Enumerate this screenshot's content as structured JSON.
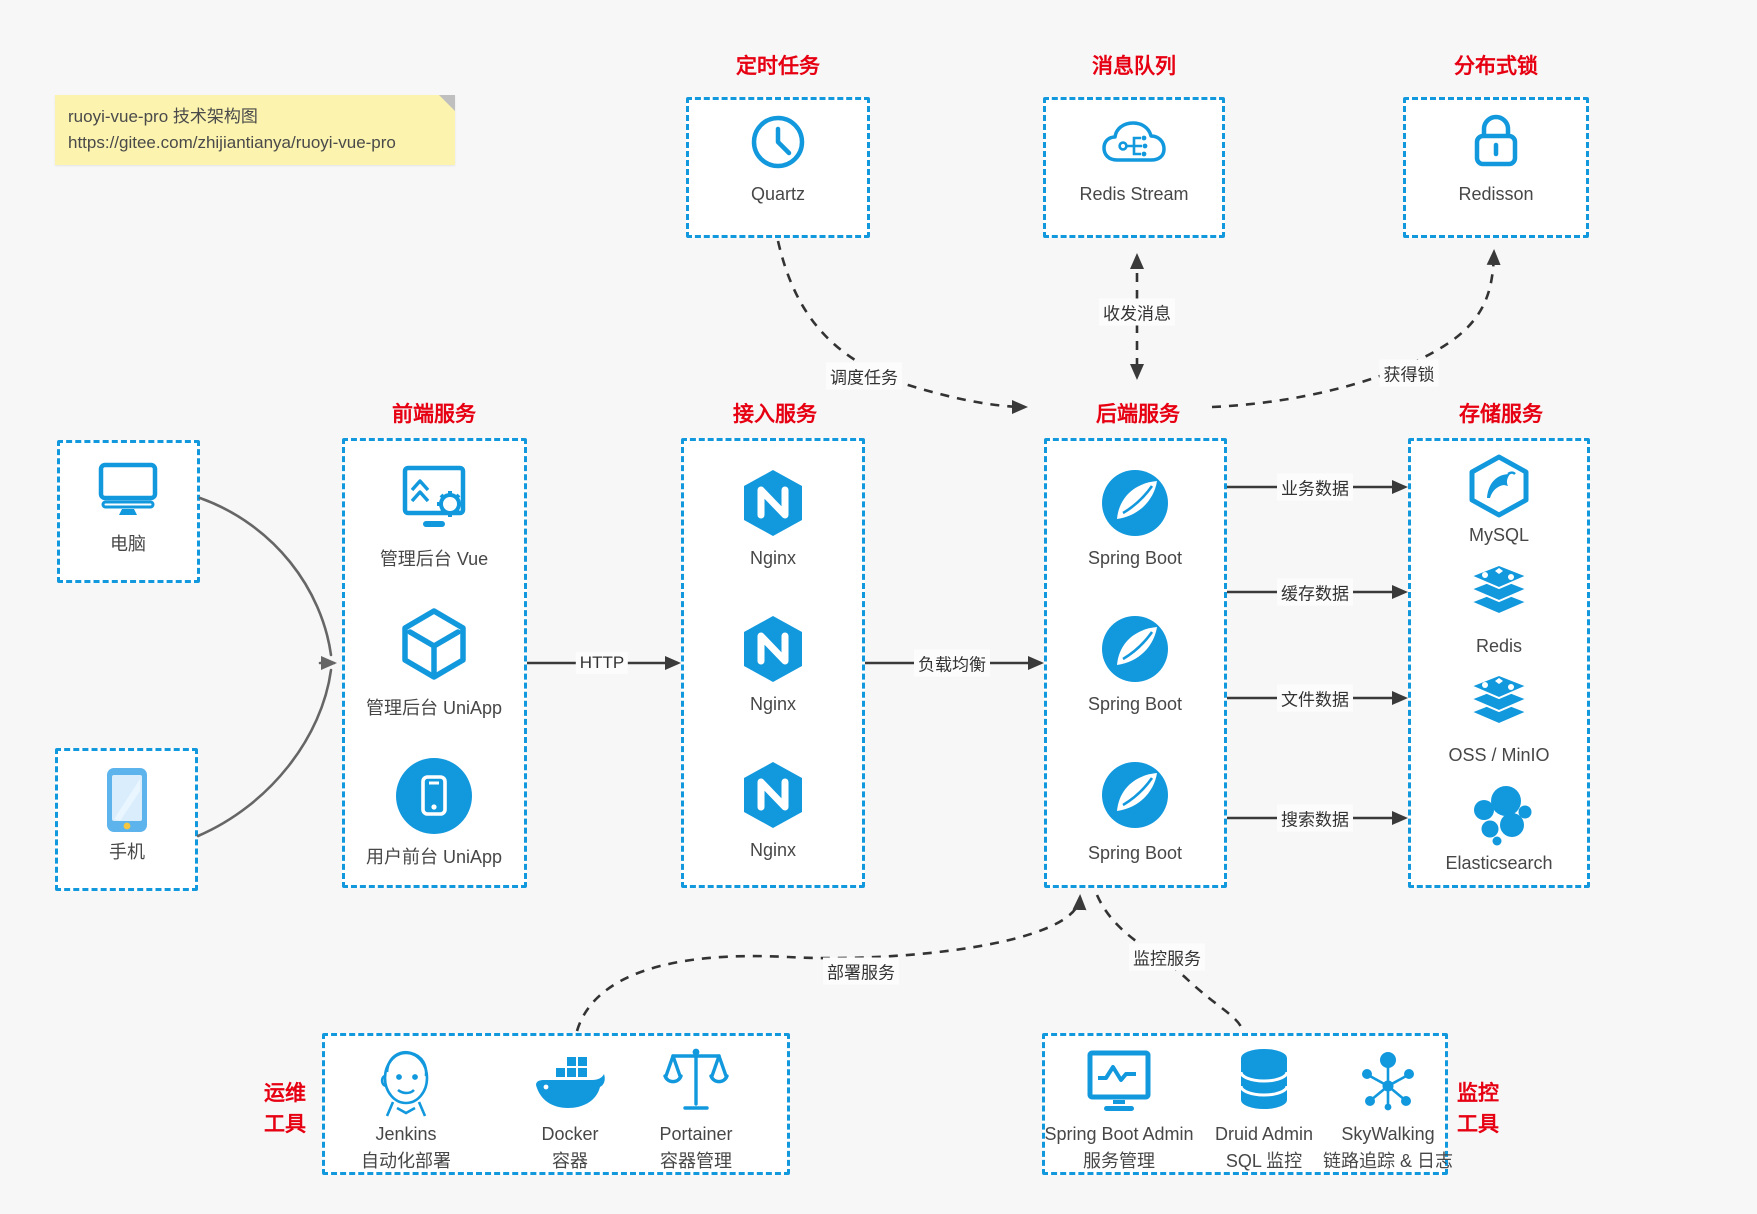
{
  "note": {
    "line1": "ruoyi-vue-pro 技术架构图",
    "line2": "https://gitee.com/zhijiantianya/ruoyi-vue-pro"
  },
  "palette": {
    "accent_blue": "#1298dd",
    "title_red": "#e60012",
    "arrow_dark": "#3a3a3a",
    "connector_gray": "#666666",
    "note_yellow": "#fbf3ae"
  },
  "top_services": [
    {
      "title": "定时任务",
      "item": "Quartz"
    },
    {
      "title": "消息队列",
      "item": "Redis Stream"
    },
    {
      "title": "分布式锁",
      "item": "Redisson"
    }
  ],
  "clients": [
    {
      "label": "电脑"
    },
    {
      "label": "手机"
    }
  ],
  "columns": [
    {
      "title": "前端服务",
      "items": [
        "管理后台 Vue",
        "管理后台 UniApp",
        "用户前台 UniApp"
      ]
    },
    {
      "title": "接入服务",
      "items": [
        "Nginx",
        "Nginx",
        "Nginx"
      ]
    },
    {
      "title": "后端服务",
      "items": [
        "Spring Boot",
        "Spring Boot",
        "Spring Boot"
      ]
    },
    {
      "title": "存储服务",
      "items": [
        "MySQL",
        "Redis",
        "OSS / MinIO",
        "Elasticsearch"
      ]
    }
  ],
  "edges": {
    "http": "HTTP",
    "load_balance": "负载均衡",
    "business_data": "业务数据",
    "cache_data": "缓存数据",
    "file_data": "文件数据",
    "search_data": "搜索数据",
    "schedule_task": "调度任务",
    "send_receive_message": "收发消息",
    "acquire_lock": "获得锁",
    "deploy_service": "部署服务",
    "monitor_service": "监控服务"
  },
  "ops_tools": {
    "label": [
      "运维",
      "工具"
    ],
    "items": [
      {
        "name": "Jenkins",
        "desc": "自动化部署"
      },
      {
        "name": "Docker",
        "desc": "容器"
      },
      {
        "name": "Portainer",
        "desc": "容器管理"
      }
    ]
  },
  "monitor_tools": {
    "label": [
      "监控",
      "工具"
    ],
    "items": [
      {
        "name": "Spring Boot Admin",
        "desc": "服务管理"
      },
      {
        "name": "Druid Admin",
        "desc": "SQL 监控"
      },
      {
        "name": "SkyWalking",
        "desc": "链路追踪 & 日志"
      }
    ]
  }
}
